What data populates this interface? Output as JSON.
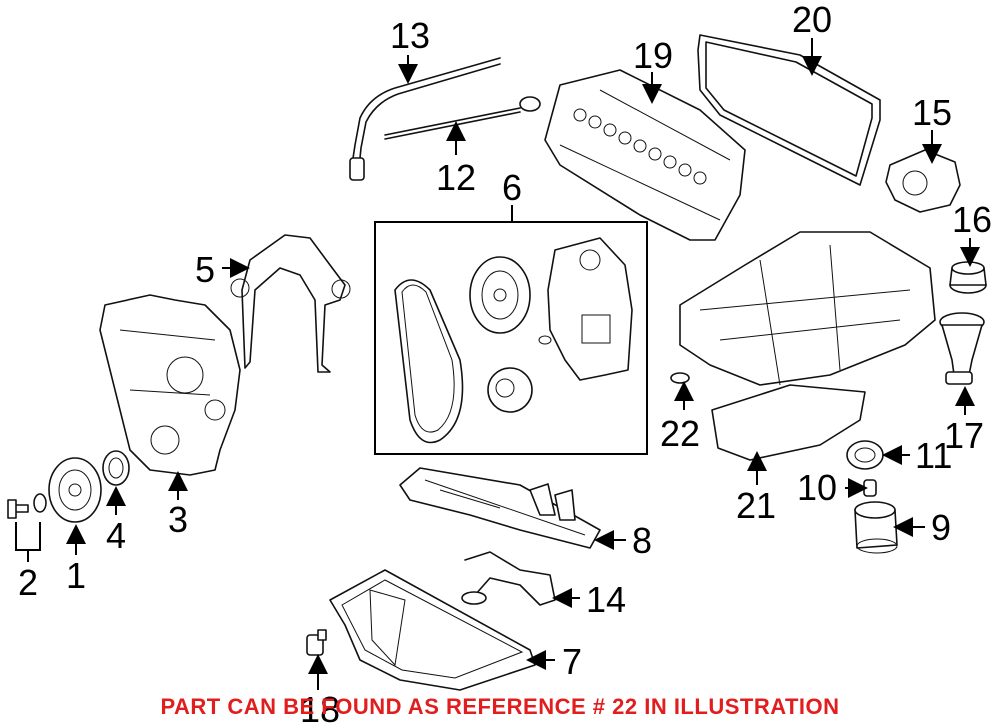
{
  "callouts": {
    "c1": "1",
    "c2": "2",
    "c3": "3",
    "c4": "4",
    "c5": "5",
    "c6": "6",
    "c7": "7",
    "c8": "8",
    "c9": "9",
    "c10": "10",
    "c11": "11",
    "c12": "12",
    "c13": "13",
    "c14": "14",
    "c15": "15",
    "c16": "16",
    "c17": "17",
    "c18": "18",
    "c19": "19",
    "c20": "20",
    "c21": "21",
    "c22": "22"
  },
  "footer": {
    "note": "PART CAN BE FOUND AS REFERENCE # 22 IN ILLUSTRATION",
    "color": "#e11d1d"
  }
}
